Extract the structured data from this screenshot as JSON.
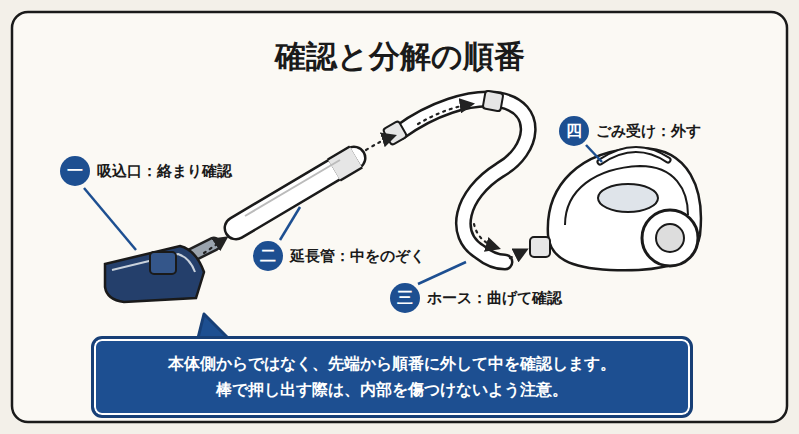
{
  "diagram": {
    "title": "確認と分解の順番",
    "nodes": [
      {
        "text": [
          "一",
          "吸込口：絡まり確認"
        ]
      },
      {
        "text": [
          "二",
          "延長管：中をのぞく"
        ]
      },
      {
        "text": [
          "三",
          "ホース：曲げて確認"
        ]
      },
      {
        "text": [
          "四",
          "ごみ受け：外す"
        ]
      },
      {
        "text": [
          "本体側からではなく、先端から順番に外して中を確認します。",
          "棒で押し出す際は、内部を傷つけないよう注意。"
        ]
      }
    ]
  }
}
